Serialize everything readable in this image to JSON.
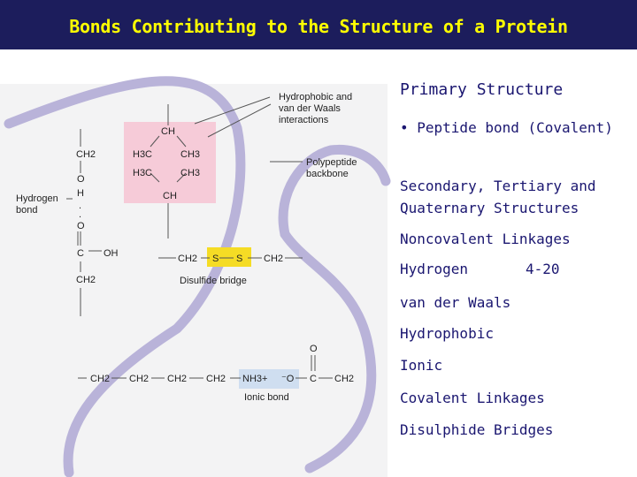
{
  "title": "Bonds Contributing to the Structure of a Protein",
  "colors": {
    "title_bg": "#1c1d5c",
    "title_text": "#ffff00",
    "text": "#1a1670",
    "ribbon": "#b9b3d9",
    "pink": "#f6cbd8",
    "yellow": "#f5dc25",
    "blue": "#cfdef0"
  },
  "right_panel": {
    "primary_heading": "Primary Structure",
    "peptide_bullet": "• Peptide bond (Covalent)",
    "secondary_line1": "Secondary, Tertiary and",
    "secondary_line2": "Quaternary Structures",
    "noncovalent": "Noncovalent Linkages",
    "hydrogen": "Hydrogen",
    "hydrogen_value": "4-20",
    "vdw": "van der Waals",
    "hydrophobic": "Hydrophobic",
    "ionic": "Ionic",
    "covalent": "Covalent Linkages",
    "disulphide": "Disulphide Bridges"
  },
  "diagram": {
    "callout_hydrophobic": [
      "Hydrophobic and",
      "van der Waals",
      "interactions"
    ],
    "callout_backbone": [
      "Polypeptide",
      "backbone"
    ],
    "hydrogen_bond": [
      "Hydrogen",
      "bond"
    ],
    "disulfide_bridge": "Disulfide bridge",
    "ionic_bond": "Ionic bond",
    "ch": "CH",
    "ch2": "CH2",
    "h3c": "H3C",
    "ch3": "CH3",
    "o": "O",
    "h": "H",
    "c": "C",
    "oh": "OH",
    "s": "S",
    "nh3": "NH3+",
    "o_minus": "⁻O"
  }
}
